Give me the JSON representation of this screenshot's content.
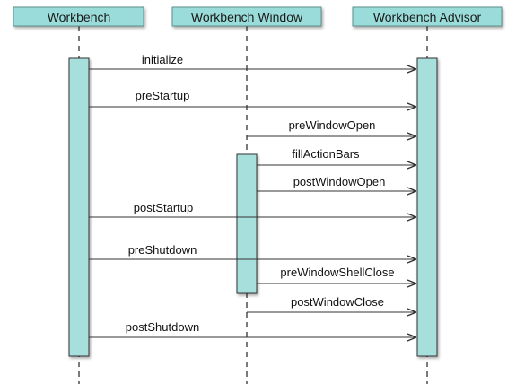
{
  "colors": {
    "box_fill": "#9ADCD9",
    "box_stroke": "#5b8f8c",
    "activation_fill": "#A7DFDC",
    "line": "#333333"
  },
  "participants": [
    {
      "id": "workbench",
      "label": "Workbench"
    },
    {
      "id": "window",
      "label": "Workbench Window"
    },
    {
      "id": "advisor",
      "label": "Workbench Advisor"
    }
  ],
  "messages": [
    {
      "label": "initialize",
      "from": "workbench",
      "to": "advisor"
    },
    {
      "label": "preStartup",
      "from": "workbench",
      "to": "advisor"
    },
    {
      "label": "preWindowOpen",
      "from": "window",
      "to": "advisor"
    },
    {
      "label": "fillActionBars",
      "from": "window",
      "to": "advisor"
    },
    {
      "label": "postWindowOpen",
      "from": "window",
      "to": "advisor"
    },
    {
      "label": "postStartup",
      "from": "workbench",
      "to": "advisor"
    },
    {
      "label": "preShutdown",
      "from": "workbench",
      "to": "advisor"
    },
    {
      "label": "preWindowShellClose",
      "from": "window",
      "to": "advisor"
    },
    {
      "label": "postWindowClose",
      "from": "window",
      "to": "advisor"
    },
    {
      "label": "postShutdown",
      "from": "workbench",
      "to": "advisor"
    }
  ]
}
